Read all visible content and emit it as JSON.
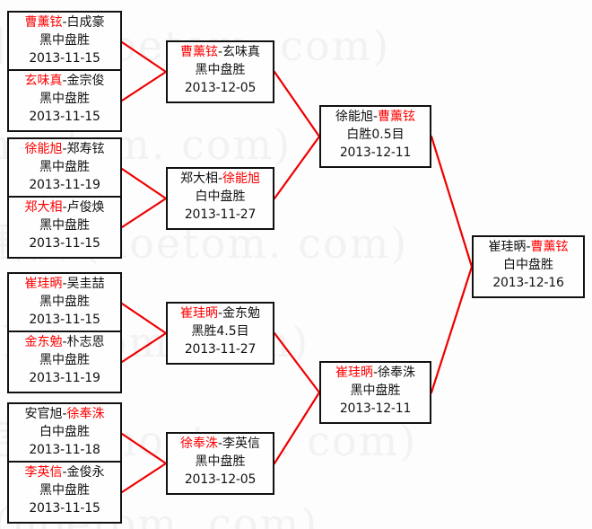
{
  "meta": {
    "watermark_text": "围棋 (hoetom. com)",
    "winner_color": "#ff0000",
    "loser_color": "#111111",
    "line_color": "#ee0000",
    "box_border_color": "#111111",
    "background_color": "#fdfdfd"
  },
  "bracket": {
    "round1": [
      {
        "left": {
          "name": "曹薰铉",
          "outcome": "win"
        },
        "right": {
          "name": "白成豪",
          "outcome": "lose"
        },
        "separator": "-",
        "result": "黑中盘胜",
        "date": "2013-11-15"
      },
      {
        "left": {
          "name": "玄味真",
          "outcome": "win"
        },
        "right": {
          "name": "金宗俊",
          "outcome": "lose"
        },
        "separator": "-",
        "result": "黑中盘胜",
        "date": "2013-11-15"
      },
      {
        "left": {
          "name": "徐能旭",
          "outcome": "win"
        },
        "right": {
          "name": "郑寿铉",
          "outcome": "lose"
        },
        "separator": "-",
        "result": "黑中盘胜",
        "date": "2013-11-19"
      },
      {
        "left": {
          "name": "郑大相",
          "outcome": "win"
        },
        "right": {
          "name": "卢俊焕",
          "outcome": "lose"
        },
        "separator": "-",
        "result": "黑中盘胜",
        "date": "2013-11-15"
      },
      {
        "left": {
          "name": "崔珪昞",
          "outcome": "win"
        },
        "right": {
          "name": "吴圭喆",
          "outcome": "lose"
        },
        "separator": "-",
        "result": "黑中盘胜",
        "date": "2013-11-15"
      },
      {
        "left": {
          "name": "金东勉",
          "outcome": "win"
        },
        "right": {
          "name": "朴志恩",
          "outcome": "lose"
        },
        "separator": "-",
        "result": "黑中盘胜",
        "date": "2013-11-19"
      },
      {
        "left": {
          "name": "安官旭",
          "outcome": "lose"
        },
        "right": {
          "name": "徐奉洙",
          "outcome": "win"
        },
        "separator": "-",
        "result": "白中盘胜",
        "date": "2013-11-18"
      },
      {
        "left": {
          "name": "李英信",
          "outcome": "win"
        },
        "right": {
          "name": "金俊永",
          "outcome": "lose"
        },
        "separator": "-",
        "result": "黑中盘胜",
        "date": "2013-11-15"
      }
    ],
    "round2": [
      {
        "left": {
          "name": "曹薰铉",
          "outcome": "win"
        },
        "right": {
          "name": "玄味真",
          "outcome": "lose"
        },
        "separator": "-",
        "result": "黑中盘胜",
        "date": "2013-12-05"
      },
      {
        "left": {
          "name": "郑大相",
          "outcome": "lose"
        },
        "right": {
          "name": "徐能旭",
          "outcome": "win"
        },
        "separator": "-",
        "result": "白中盘胜",
        "date": "2013-11-27"
      },
      {
        "left": {
          "name": "崔珪昞",
          "outcome": "win"
        },
        "right": {
          "name": "金东勉",
          "outcome": "lose"
        },
        "separator": "-",
        "result": "黑胜4.5目",
        "date": "2013-11-27"
      },
      {
        "left": {
          "name": "徐奉洙",
          "outcome": "win"
        },
        "right": {
          "name": "李英信",
          "outcome": "lose"
        },
        "separator": "-",
        "result": "黑中盘胜",
        "date": "2013-12-05"
      }
    ],
    "semifinals": [
      {
        "left": {
          "name": "徐能旭",
          "outcome": "lose"
        },
        "right": {
          "name": "曹薰铉",
          "outcome": "win"
        },
        "separator": "-",
        "result": "白胜0.5目",
        "date": "2013-12-11"
      },
      {
        "left": {
          "name": "崔珪昞",
          "outcome": "win"
        },
        "right": {
          "name": "徐奉洙",
          "outcome": "lose"
        },
        "separator": "-",
        "result": "黑中盘胜",
        "date": "2013-12-11"
      }
    ],
    "final": [
      {
        "left": {
          "name": "崔珪昞",
          "outcome": "lose"
        },
        "right": {
          "name": "曹薰铉",
          "outcome": "win"
        },
        "separator": "-",
        "result": "白中盘胜",
        "date": "2013-12-16"
      }
    ]
  }
}
